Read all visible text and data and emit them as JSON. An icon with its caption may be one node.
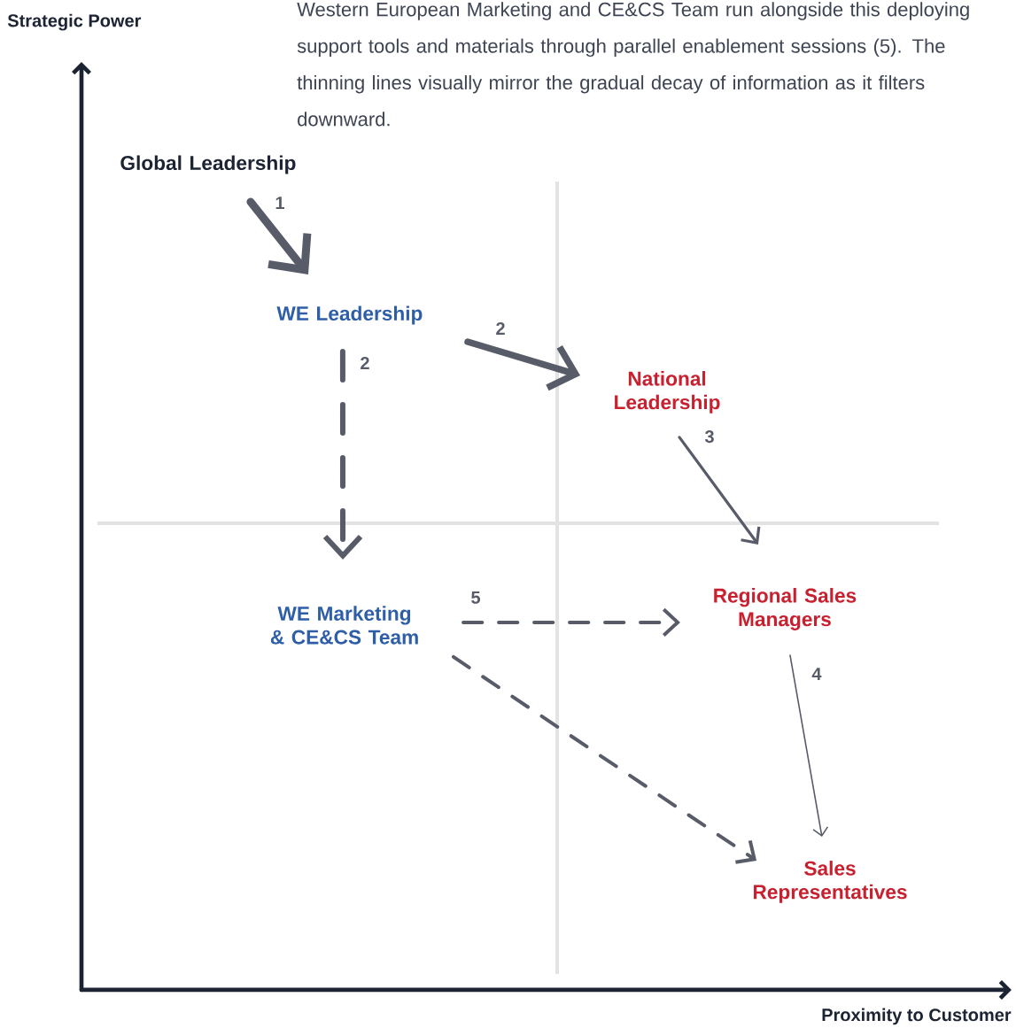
{
  "diagram": {
    "nodes": [
      {
        "text": [
          "Global Leadership"
        ]
      },
      {
        "text": [
          "WE Leadership"
        ]
      },
      {
        "text": [
          "National Leadership"
        ]
      },
      {
        "text": [
          "WE Marketing & CE&CS Team"
        ]
      },
      {
        "text": [
          "Regional Sales Managers"
        ]
      },
      {
        "text": [
          "Sales Representatives"
        ]
      }
    ],
    "edges": [
      {
        "from": 0,
        "to": 1,
        "arrow": "to",
        "label": "1",
        "style": "thick"
      },
      {
        "from": 1,
        "to": 2,
        "arrow": "to",
        "label": "2",
        "style": "thick"
      },
      {
        "from": 1,
        "to": 3,
        "arrow": "to",
        "label": "2",
        "style": "dashed"
      },
      {
        "from": 2,
        "to": 4,
        "arrow": "to",
        "label": "3"
      },
      {
        "from": 4,
        "to": 5,
        "arrow": "to",
        "label": "4"
      },
      {
        "from": 3,
        "to": 4,
        "arrow": "to",
        "label": "5",
        "style": "dashed"
      },
      {
        "from": 3,
        "to": 5,
        "arrow": "to",
        "style": "dashed"
      }
    ],
    "labels": [
      "Western European Marketing and CE&CS Team run alongside this deploying support tools and materials through parallel enablement sessions (5). The thinning lines visually mirror the gradual decay of information as it filters downward.",
      "Strategic Power",
      "Proximity to Customer"
    ]
  }
}
